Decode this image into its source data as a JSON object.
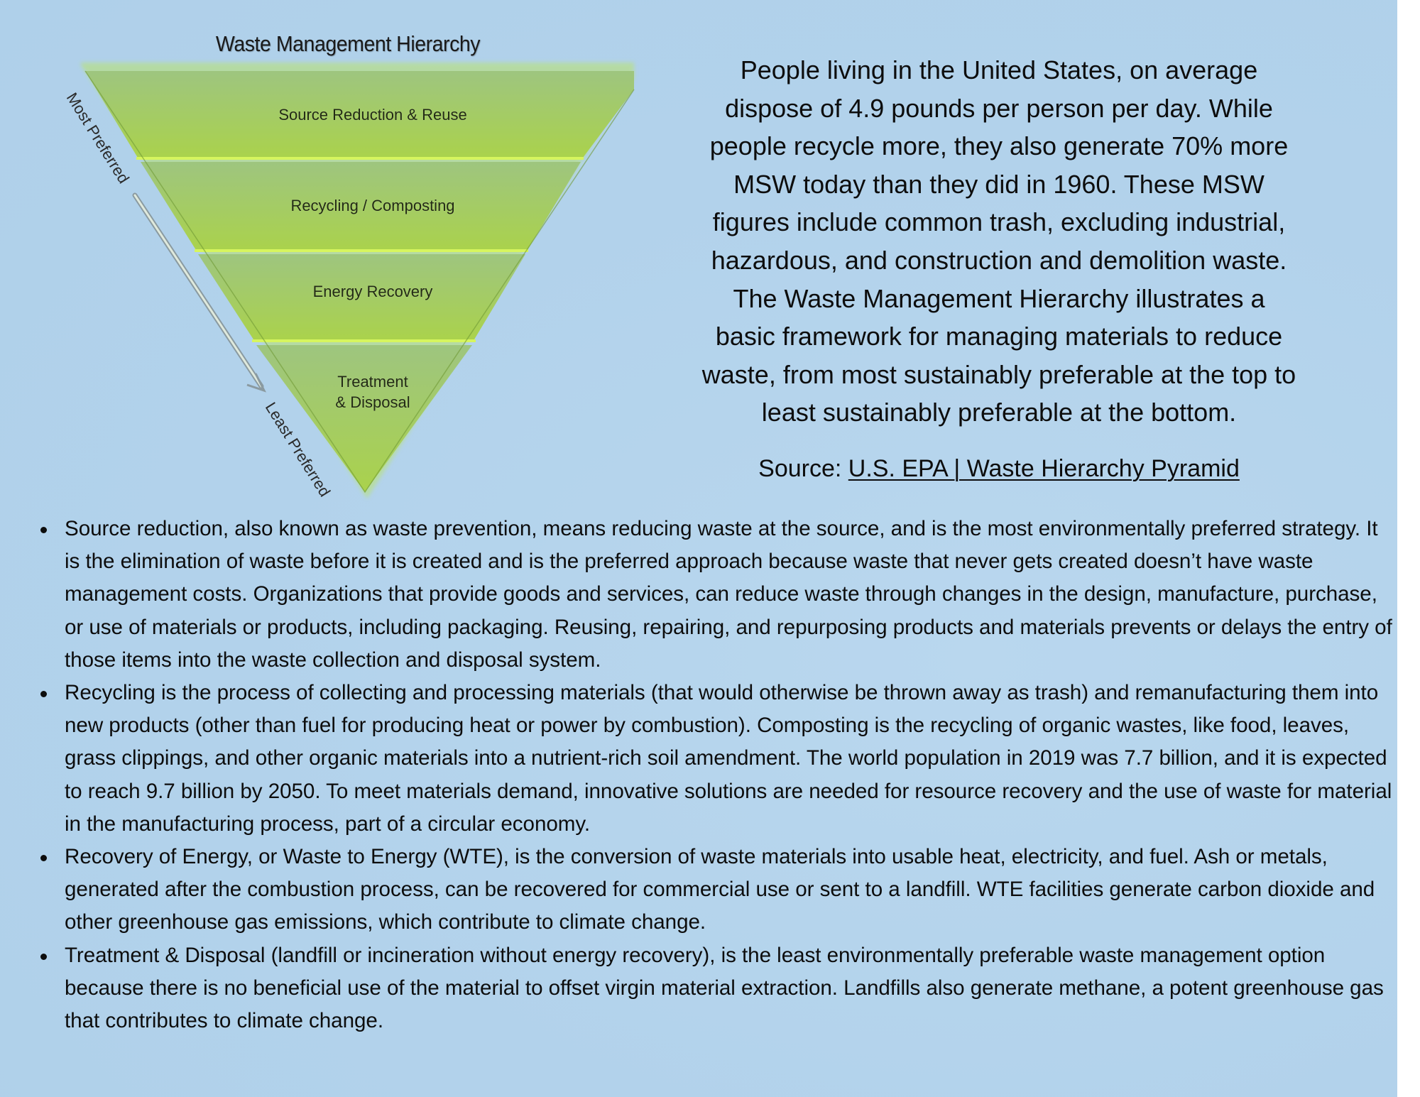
{
  "figure": {
    "title": "Waste Management Hierarchy",
    "bands": [
      {
        "label": "Source Reduction & Reuse"
      },
      {
        "label": "Recycling / Composting"
      },
      {
        "label": "Energy Recovery"
      },
      {
        "label_line1": "Treatment",
        "label_line2": "& Disposal"
      }
    ],
    "most_preferred_label": "Most Preferred",
    "least_preferred_label": "Least Preferred",
    "arrow_icon": "arrow-down-right-icon",
    "colors": {
      "band_top": "#9fc47e",
      "band_bottom": "#a9d14e",
      "separator": "#d4f35c",
      "edge": "#7fa83a"
    }
  },
  "intro": {
    "lines": [
      "People living in the United States, on average",
      "dispose of 4.9 pounds per person per day. While",
      "people recycle more, they also generate 70% more",
      "MSW today than they did in 1960. These MSW",
      "figures include common trash, excluding industrial,",
      "hazardous, and construction and demolition waste.",
      "The Waste Management Hierarchy illustrates a",
      "basic framework for managing materials to reduce",
      "waste, from most sustainably preferable at the top to",
      "least sustainably preferable at the bottom."
    ]
  },
  "source": {
    "prefix": "Source: ",
    "link_text": "U.S. EPA | Waste Hierarchy Pyramid"
  },
  "bullets": [
    {
      "text": "Source reduction, also known as waste prevention, means reducing waste at the source, and is the most environmentally preferred strategy. It is the elimination of waste before it is created and is the preferred approach because waste that never gets created doesn’t have waste management costs. Organizations that provide goods and services, can reduce waste through changes in the design, manufacture, purchase, or use of materials or products, including packaging. Reusing, repairing, and repurposing products and materials prevents or delays the entry of those items into the waste collection and disposal system."
    },
    {
      "text": "Recycling is the process of collecting and processing materials (that would otherwise be thrown away as trash) and remanufacturing them into new products (other than fuel for producing heat or power by combustion). Composting is the recycling of organic wastes, like food, leaves, grass clippings, and other organic materials into a nutrient-rich soil amendment. The world population in 2019 was 7.7 billion, and it is expected to reach 9.7 billion by 2050. To meet materials demand, innovative solutions are needed for resource recovery and the use of waste for material in the manufacturing process, part of a circular economy."
    },
    {
      "text": "Recovery of Energy, or Waste to Energy (WTE), is the conversion of waste materials into usable heat, electricity, and fuel. Ash or metals, generated after the combustion process, can be recovered for commercial use or sent to a landfill. WTE facilities generate carbon dioxide and other greenhouse gas emissions, which contribute to climate change."
    },
    {
      "text": "Treatment & Disposal (landfill or incineration without energy recovery), is the least environmentally preferable waste management option because there is no beneficial use of the material to offset virgin material extraction. Landfills also generate methane, a potent greenhouse gas that contributes to climate change."
    }
  ],
  "colors": {
    "background": "#b3d3eb",
    "text": "#0d0d0d"
  }
}
